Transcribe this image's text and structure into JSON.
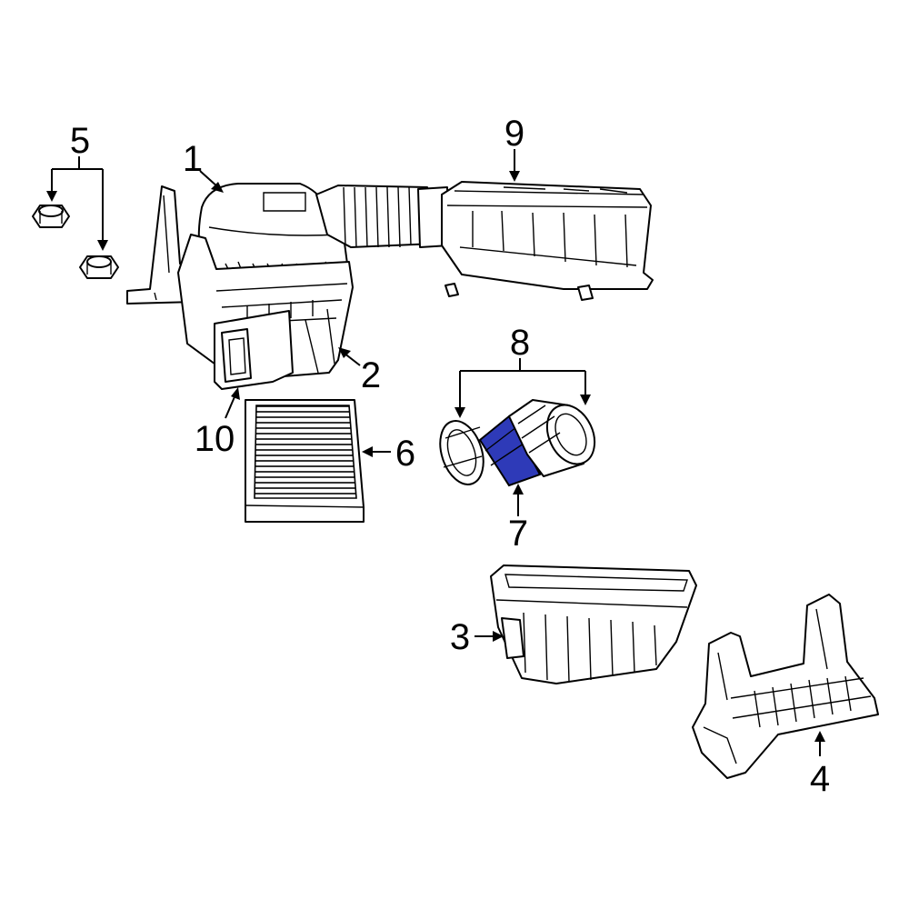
{
  "colors": {
    "line": "#000000",
    "background": "#ffffff",
    "highlight": "#2e3ab8"
  },
  "callouts": {
    "c1": "1",
    "c2": "2",
    "c3": "3",
    "c4": "4",
    "c5": "5",
    "c6": "6",
    "c7": "7",
    "c8": "8",
    "c9": "9",
    "c10": "10"
  },
  "highlighted_part": "7"
}
